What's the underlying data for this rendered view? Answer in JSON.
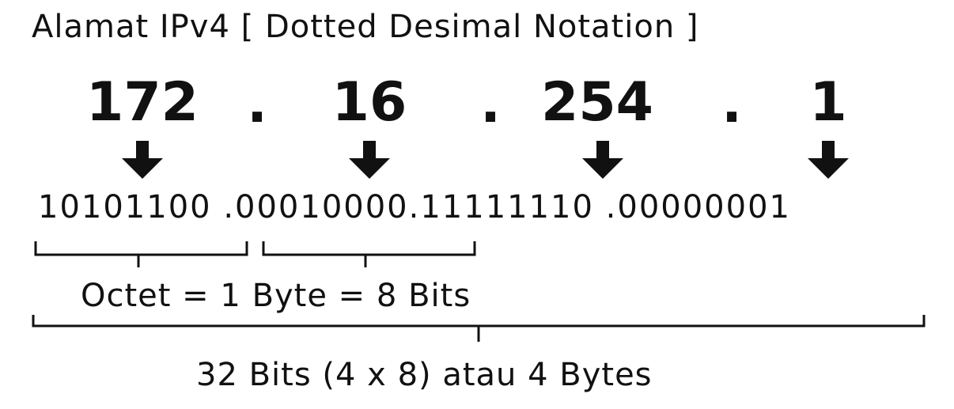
{
  "title": "Alamat IPv4 [ Dotted Desimal Notation ]",
  "octets": [
    {
      "decimal": "172",
      "binary": "10101100"
    },
    {
      "decimal": "16",
      "binary": "00010000"
    },
    {
      "decimal": "254",
      "binary": "11111110"
    },
    {
      "decimal": "1",
      "binary": "00000001"
    }
  ],
  "separator": ".",
  "octet_label": "Octet = 1 Byte = 8 Bits",
  "total_label": "32 Bits (4 x 8) atau 4 Bytes",
  "colors": {
    "text": "#111111",
    "background": "#ffffff"
  }
}
